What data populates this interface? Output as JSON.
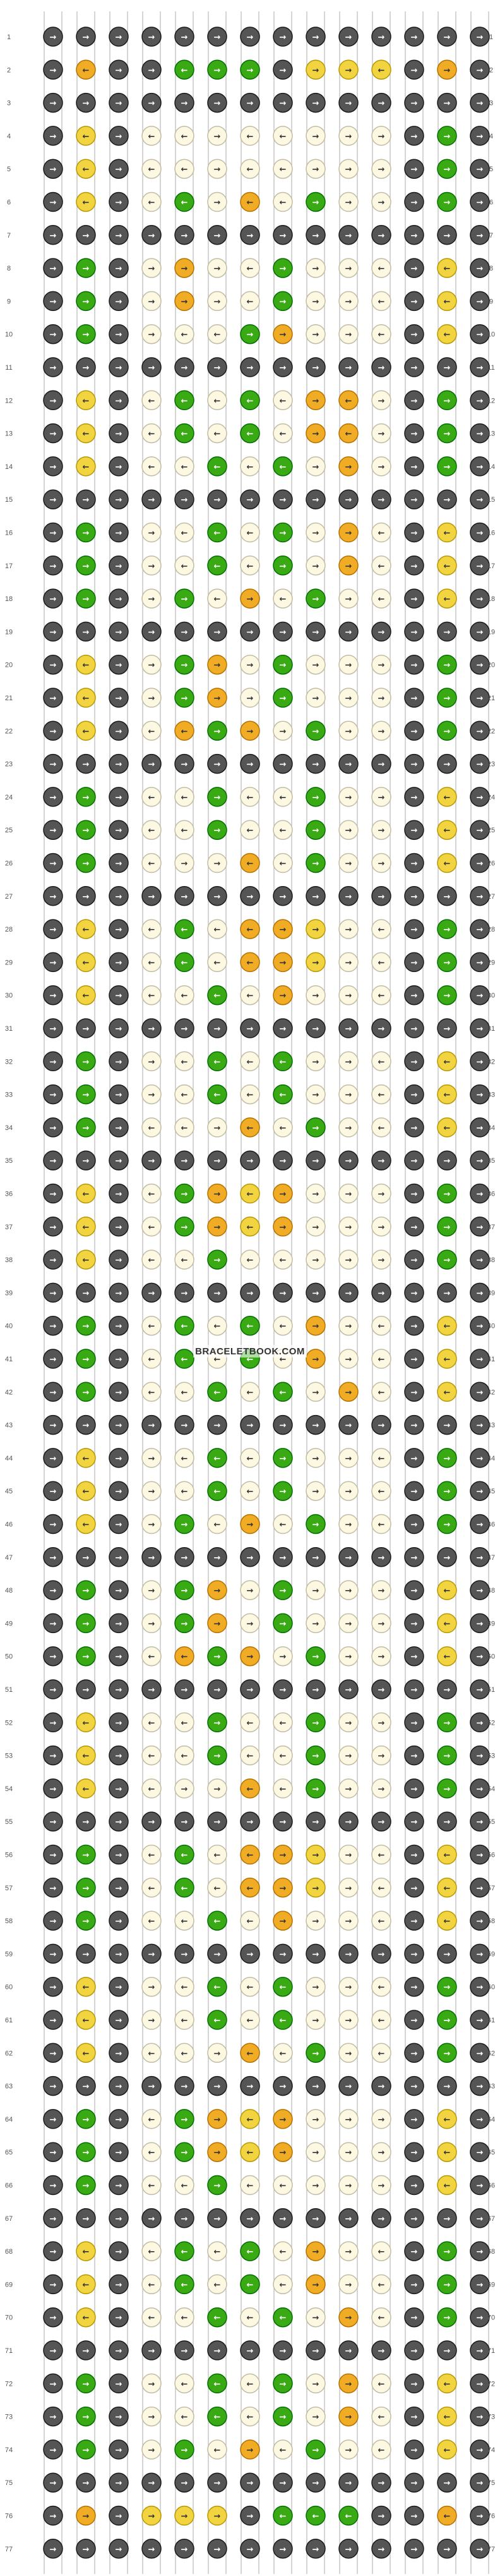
{
  "watermark": "BRACELETBOOK.COM",
  "row_count": 77,
  "colors": {
    "A": "#555555",
    "B": "#f0ac24",
    "C": "#f2d340",
    "D": "#fdf8e1",
    "E": "#3aaa14"
  },
  "strings": [
    "A",
    "A",
    "A",
    "A",
    "A",
    "A",
    "A",
    "A",
    "A",
    "A",
    "A",
    "A",
    "A",
    "A"
  ],
  "rows": [
    {
      "l": "1",
      "k": "A-1,A-1,A-1,A-1,A-1,A-1,A-1,A-1,A-1,A-1,A-1,A-1,A-1,A-1"
    },
    {
      "l": "2",
      "k": "A-1,B-2,A-1,A-1,E-2,E-1,E-1,A-1,C-1,C-1,C-2,A-1,B-1,A-1"
    },
    {
      "l": "3",
      "k": "A-1,A-1,A-1,A-1,A-1,A-1,A-1,A-1,A-1,A-1,A-1,A-1,A-1,A-1"
    },
    {
      "l": "4",
      "k": "A-1,C-2,A-1,D-2,D-2,D-1,D-2,D-2,D-1,D-1,D-1,A-1,E-1,A-1"
    },
    {
      "l": "5",
      "k": "A-1,C-2,A-1,D-2,D-2,D-1,D-2,D-2,D-1,D-1,D-1,A-1,E-1,A-1"
    },
    {
      "l": "6",
      "k": "A-1,C-2,A-1,D-2,E-2,D-1,B-2,D-2,E-1,D-1,D-1,A-1,E-1,A-1"
    },
    {
      "l": "7",
      "k": "A-1,A-1,A-1,A-1,A-1,A-1,A-1,A-1,A-1,A-1,A-1,A-1,A-1,A-1"
    },
    {
      "l": "8",
      "k": "A-1,E-1,A-1,D-1,B-1,D-1,D-2,E-1,D-1,D-1,D-2,A-1,C-2,A-1"
    },
    {
      "l": "9",
      "k": "A-1,E-1,A-1,D-1,B-1,D-1,D-2,E-1,D-1,D-1,D-2,A-1,C-2,A-1"
    },
    {
      "l": "10",
      "k": "A-1,E-1,A-1,D-1,D-2,D-2,E-1,B-1,D-1,D-1,D-2,A-1,C-2,A-1"
    },
    {
      "l": "11",
      "k": "A-1,A-1,A-1,A-1,A-1,A-1,A-1,A-1,A-1,A-1,A-1,A-1,A-1,A-1"
    },
    {
      "l": "12",
      "k": "A-1,C-2,A-1,D-2,E-2,D-2,E-2,D-2,B-1,B-2,D-1,A-1,E-1,A-1"
    },
    {
      "l": "13",
      "k": "A-1,C-2,A-1,D-2,E-2,D-2,E-2,D-2,B-1,B-2,D-1,A-1,E-1,A-1"
    },
    {
      "l": "14",
      "k": "A-1,C-2,A-1,D-2,D-2,E-2,D-2,E-2,D-1,B-1,D-1,A-1,E-1,A-1"
    },
    {
      "l": "15",
      "k": "A-1,A-1,A-1,A-1,A-1,A-1,A-1,A-1,A-1,A-1,A-1,A-1,A-1,A-1"
    },
    {
      "l": "16",
      "k": "A-1,E-1,A-1,D-1,D-2,E-2,D-2,E-1,D-1,B-1,D-2,A-1,C-2,A-1"
    },
    {
      "l": "17",
      "k": "A-1,E-1,A-1,D-1,D-2,E-2,D-2,E-1,D-1,B-1,D-2,A-1,C-2,A-1"
    },
    {
      "l": "18",
      "k": "A-1,E-1,A-1,D-1,E-1,D-2,B-1,D-2,E-1,D-1,D-2,A-1,C-2,A-1"
    },
    {
      "l": "19",
      "k": "A-1,A-1,A-1,A-1,A-1,A-1,A-1,A-1,A-1,A-1,A-1,A-1,A-1,A-1"
    },
    {
      "l": "20",
      "k": "A-1,C-2,A-1,D-1,E-1,B-1,D-1,E-1,D-1,D-1,D-1,A-1,E-1,A-1"
    },
    {
      "l": "21",
      "k": "A-1,C-2,A-1,D-1,E-1,B-1,D-1,E-1,D-1,D-1,D-1,A-1,E-1,A-1"
    },
    {
      "l": "22",
      "k": "A-1,C-2,A-1,D-2,B-2,E-1,B-1,D-1,E-1,D-1,D-1,A-1,E-1,A-1"
    },
    {
      "l": "23",
      "k": "A-1,A-1,A-1,A-1,A-1,A-1,A-1,A-1,A-1,A-1,A-1,A-1,A-1,A-1"
    },
    {
      "l": "24",
      "k": "A-1,E-1,A-1,D-2,D-2,E-1,D-2,D-2,E-1,D-1,D-1,A-1,C-2,A-1"
    },
    {
      "l": "25",
      "k": "A-1,E-1,A-1,D-2,D-2,E-1,D-2,D-2,E-1,D-1,D-1,A-1,C-2,A-1"
    },
    {
      "l": "26",
      "k": "A-1,E-1,A-1,D-2,D-1,D-1,B-2,D-2,E-1,D-1,D-1,A-1,C-2,A-1"
    },
    {
      "l": "27",
      "k": "A-1,A-1,A-1,A-1,A-1,A-1,A-1,A-1,A-1,A-1,A-1,A-1,A-1,A-1"
    },
    {
      "l": "28",
      "k": "A-1,C-2,A-1,D-2,E-2,D-2,B-2,B-1,C-1,D-1,D-2,A-1,E-1,A-1"
    },
    {
      "l": "29",
      "k": "A-1,C-2,A-1,D-2,E-2,D-2,B-2,B-1,C-1,D-1,D-2,A-1,E-1,A-1"
    },
    {
      "l": "30",
      "k": "A-1,C-2,A-1,D-2,D-2,E-2,D-2,B-1,D-1,D-1,D-2,A-1,E-1,A-1"
    },
    {
      "l": "31",
      "k": "A-1,A-1,A-1,A-1,A-1,A-1,A-1,A-1,A-1,A-1,A-1,A-1,A-1,A-1"
    },
    {
      "l": "32",
      "k": "A-1,E-1,A-1,D-1,D-2,E-2,D-2,E-2,D-1,D-1,D-2,A-1,C-2,A-1"
    },
    {
      "l": "33",
      "k": "A-1,E-1,A-1,D-1,D-2,E-2,D-2,E-2,D-1,D-1,D-2,A-1,C-2,A-1"
    },
    {
      "l": "34",
      "k": "A-1,E-1,A-1,D-2,D-2,D-1,B-2,D-2,E-1,D-1,D-2,A-1,C-2,A-1"
    },
    {
      "l": "35",
      "k": "A-1,A-1,A-1,A-1,A-1,A-1,A-1,A-1,A-1,A-1,A-1,A-1,A-1,A-1"
    },
    {
      "l": "36",
      "k": "A-1,C-2,A-1,D-2,E-1,B-1,C-2,B-1,D-1,D-1,D-1,A-1,E-1,A-1"
    },
    {
      "l": "37",
      "k": "A-1,C-2,A-1,D-2,E-1,B-1,C-2,B-1,D-1,D-1,D-1,A-1,E-1,A-1"
    },
    {
      "l": "38",
      "k": "A-1,C-2,A-1,D-2,D-2,E-1,D-2,D-2,D-1,D-1,D-1,A-1,E-1,A-1"
    },
    {
      "l": "39",
      "k": "A-1,A-1,A-1,A-1,A-1,A-1,A-1,A-1,A-1,A-1,A-1,A-1,A-1,A-1"
    },
    {
      "l": "40",
      "k": "A-1,E-1,A-1,D-2,E-2,D-2,E-2,D-2,B-1,D-1,D-2,A-1,C-2,A-1"
    },
    {
      "l": "41",
      "k": "A-1,E-1,A-1,D-2,E-2,D-2,E-2,D-2,B-1,D-1,D-2,A-1,C-2,A-1"
    },
    {
      "l": "42",
      "k": "A-1,E-1,A-1,D-2,D-2,E-2,D-2,E-2,D-1,B-1,D-2,A-1,C-2,A-1"
    },
    {
      "l": "43",
      "k": "A-1,A-1,A-1,A-1,A-1,A-1,A-1,A-1,A-1,A-1,A-1,A-1,A-1,A-1"
    },
    {
      "l": "44",
      "k": "A-1,C-2,A-1,D-1,D-2,E-2,D-2,E-1,D-1,D-1,D-2,A-1,E-1,A-1"
    },
    {
      "l": "45",
      "k": "A-1,C-2,A-1,D-1,D-2,E-2,D-2,E-1,D-1,D-1,D-2,A-1,E-1,A-1"
    },
    {
      "l": "46",
      "k": "A-1,C-2,A-1,D-1,E-1,D-2,B-1,D-2,E-1,D-1,D-2,A-1,E-1,A-1"
    },
    {
      "l": "47",
      "k": "A-1,A-1,A-1,A-1,A-1,A-1,A-1,A-1,A-1,A-1,A-1,A-1,A-1,A-1"
    },
    {
      "l": "48",
      "k": "A-1,E-1,A-1,D-1,E-1,B-1,D-1,E-1,D-1,D-1,D-1,A-1,C-2,A-1"
    },
    {
      "l": "49",
      "k": "A-1,E-1,A-1,D-1,E-1,B-1,D-1,E-1,D-1,D-1,D-1,A-1,C-2,A-1"
    },
    {
      "l": "50",
      "k": "A-1,E-1,A-1,D-2,B-2,E-1,B-1,D-1,E-1,D-1,D-1,A-1,C-2,A-1"
    },
    {
      "l": "51",
      "k": "A-1,A-1,A-1,A-1,A-1,A-1,A-1,A-1,A-1,A-1,A-1,A-1,A-1,A-1"
    },
    {
      "l": "52",
      "k": "A-1,C-2,A-1,D-2,D-2,E-1,D-2,D-2,E-1,D-1,D-1,A-1,E-1,A-1"
    },
    {
      "l": "53",
      "k": "A-1,C-2,A-1,D-2,D-2,E-1,D-2,D-2,E-1,D-1,D-1,A-1,E-1,A-1"
    },
    {
      "l": "54",
      "k": "A-1,C-2,A-1,D-2,D-1,D-1,B-2,D-2,E-1,D-1,D-1,A-1,E-1,A-1"
    },
    {
      "l": "55",
      "k": "A-1,A-1,A-1,A-1,A-1,A-1,A-1,A-1,A-1,A-1,A-1,A-1,A-1,A-1"
    },
    {
      "l": "56",
      "k": "A-1,E-1,A-1,D-2,E-2,D-2,B-2,B-1,C-1,D-1,D-2,A-1,C-2,A-1"
    },
    {
      "l": "57",
      "k": "A-1,E-1,A-1,D-2,E-2,D-2,B-2,B-1,C-1,D-1,D-2,A-1,C-2,A-1"
    },
    {
      "l": "58",
      "k": "A-1,E-1,A-1,D-2,D-2,E-2,D-2,B-1,D-1,D-1,D-2,A-1,C-2,A-1"
    },
    {
      "l": "59",
      "k": "A-1,A-1,A-1,A-1,A-1,A-1,A-1,A-1,A-1,A-1,A-1,A-1,A-1,A-1"
    },
    {
      "l": "60",
      "k": "A-1,C-2,A-1,D-1,D-2,E-2,D-2,E-2,D-1,D-1,D-2,A-1,E-1,A-1"
    },
    {
      "l": "61",
      "k": "A-1,C-2,A-1,D-1,D-2,E-2,D-2,E-2,D-1,D-1,D-2,A-1,E-1,A-1"
    },
    {
      "l": "62",
      "k": "A-1,C-2,A-1,D-2,D-2,D-1,B-2,D-2,E-1,D-1,D-2,A-1,E-1,A-1"
    },
    {
      "l": "63",
      "k": "A-1,A-1,A-1,A-1,A-1,A-1,A-1,A-1,A-1,A-1,A-1,A-1,A-1,A-1"
    },
    {
      "l": "64",
      "k": "A-1,E-1,A-1,D-2,E-1,B-1,C-2,B-1,D-1,D-1,D-1,A-1,C-2,A-1"
    },
    {
      "l": "65",
      "k": "A-1,E-1,A-1,D-2,E-1,B-1,C-2,B-1,D-1,D-1,D-1,A-1,C-2,A-1"
    },
    {
      "l": "66",
      "k": "A-1,E-1,A-1,D-2,D-2,E-1,D-2,D-2,D-1,D-1,D-1,A-1,C-2,A-1"
    },
    {
      "l": "67",
      "k": "A-1,A-1,A-1,A-1,A-1,A-1,A-1,A-1,A-1,A-1,A-1,A-1,A-1,A-1"
    },
    {
      "l": "68",
      "k": "A-1,C-2,A-1,D-2,E-2,D-2,E-2,D-2,B-1,D-1,D-2,A-1,E-1,A-1"
    },
    {
      "l": "69",
      "k": "A-1,C-2,A-1,D-2,E-2,D-2,E-2,D-2,B-1,D-1,D-2,A-1,E-1,A-1"
    },
    {
      "l": "70",
      "k": "A-1,C-2,A-1,D-2,D-2,E-2,D-2,E-2,D-1,B-1,D-2,A-1,E-1,A-1"
    },
    {
      "l": "71",
      "k": "A-1,A-1,A-1,A-1,A-1,A-1,A-1,A-1,A-1,A-1,A-1,A-1,A-1,A-1"
    },
    {
      "l": "72",
      "k": "A-1,E-1,A-1,D-1,D-2,E-2,D-2,E-1,D-1,B-1,D-2,A-1,C-2,A-1"
    },
    {
      "l": "73",
      "k": "A-1,E-1,A-1,D-1,D-2,E-2,D-2,E-1,D-1,B-1,D-2,A-1,C-2,A-1"
    },
    {
      "l": "74",
      "k": "A-1,E-1,A-1,D-1,E-1,D-2,B-1,D-2,E-1,D-1,D-2,A-1,C-2,A-1"
    },
    {
      "l": "75",
      "k": "A-1,A-1,A-1,A-1,A-1,A-1,A-1,A-1,A-1,A-1,A-1,A-1,A-1,A-1"
    },
    {
      "l": "76",
      "k": "A-1,B-1,A-1,C-1,C-1,C-1,A-1,E-2,E-2,E-2,A-1,A-1,B-2,A-1"
    },
    {
      "l": "77",
      "k": "A-1,A-1,A-1,A-1,A-1,A-1,A-1,A-1,A-1,A-1,A-1,A-1,A-1,A-1"
    }
  ]
}
